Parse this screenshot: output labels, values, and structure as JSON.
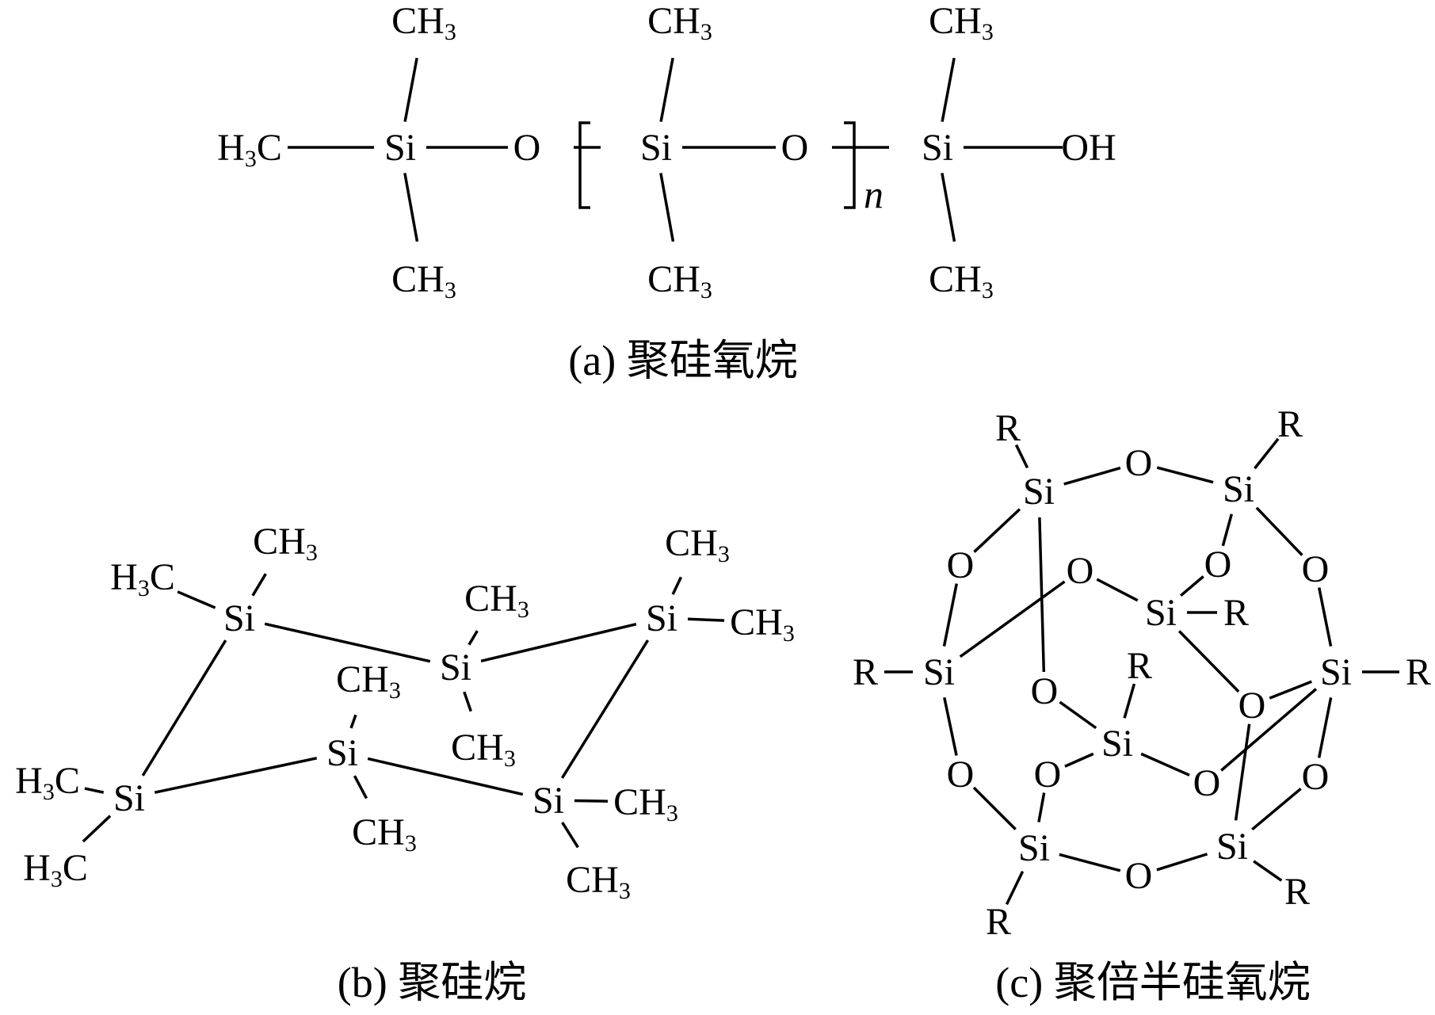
{
  "captions": {
    "a": "(a) 聚硅氧烷",
    "b": "(b) 聚硅烷",
    "c": "(c) 聚倍半硅氧烷"
  },
  "repeat_subscript": "n",
  "structures": {
    "a": {
      "atoms": [
        {
          "id": "a_si1",
          "label": "Si"
        },
        {
          "id": "a_ch3_1",
          "label": "CH",
          "sub": "3"
        },
        {
          "id": "a_ch3_2",
          "label": "CH",
          "sub": "3"
        },
        {
          "id": "a_h3c",
          "label": "H",
          "sub": "3",
          "after": "C"
        },
        {
          "id": "a_o1",
          "label": "O"
        },
        {
          "id": "a_si2",
          "label": "Si"
        },
        {
          "id": "a_ch3_3",
          "label": "CH",
          "sub": "3"
        },
        {
          "id": "a_ch3_4",
          "label": "CH",
          "sub": "3"
        },
        {
          "id": "a_o2",
          "label": "O"
        },
        {
          "id": "a_si3",
          "label": "Si"
        },
        {
          "id": "a_ch3_5",
          "label": "CH",
          "sub": "3"
        },
        {
          "id": "a_ch3_6",
          "label": "CH",
          "sub": "3"
        },
        {
          "id": "a_oh",
          "label": "OH"
        }
      ]
    },
    "b": {
      "atoms": [
        {
          "id": "b_si1",
          "label": "Si"
        },
        {
          "id": "b_si1_ch3",
          "label": "CH",
          "sub": "3"
        },
        {
          "id": "b_si1_h3c",
          "label": "H",
          "sub": "3",
          "after": "C"
        },
        {
          "id": "b_si2",
          "label": "Si"
        },
        {
          "id": "b_si2_ch3a",
          "label": "CH",
          "sub": "3"
        },
        {
          "id": "b_si2_ch3b",
          "label": "CH",
          "sub": "3"
        },
        {
          "id": "b_si3",
          "label": "Si"
        },
        {
          "id": "b_si3_ch3a",
          "label": "CH",
          "sub": "3"
        },
        {
          "id": "b_si3_ch3b",
          "label": "CH",
          "sub": "3"
        },
        {
          "id": "b_si4",
          "label": "Si"
        },
        {
          "id": "b_si4_h3ca",
          "label": "H",
          "sub": "3",
          "after": "C"
        },
        {
          "id": "b_si4_h3cb",
          "label": "H",
          "sub": "3",
          "after": "C"
        },
        {
          "id": "b_si5",
          "label": "Si"
        },
        {
          "id": "b_si5_ch3a",
          "label": "CH",
          "sub": "3"
        },
        {
          "id": "b_si5_ch3b",
          "label": "CH",
          "sub": "3"
        },
        {
          "id": "b_si6",
          "label": "Si"
        },
        {
          "id": "b_si6_ch3a",
          "label": "CH",
          "sub": "3"
        },
        {
          "id": "b_si6_ch3b",
          "label": "CH",
          "sub": "3"
        }
      ]
    },
    "c": {
      "atoms": [
        {
          "id": "c_si1",
          "label": "Si"
        },
        {
          "id": "c_si2",
          "label": "Si"
        },
        {
          "id": "c_si3",
          "label": "Si"
        },
        {
          "id": "c_si4",
          "label": "Si"
        },
        {
          "id": "c_si5",
          "label": "Si"
        },
        {
          "id": "c_si6",
          "label": "Si"
        },
        {
          "id": "c_si7",
          "label": "Si"
        },
        {
          "id": "c_si8",
          "label": "Si"
        },
        {
          "id": "c_o1",
          "label": "O"
        },
        {
          "id": "c_o2",
          "label": "O"
        },
        {
          "id": "c_o3",
          "label": "O"
        },
        {
          "id": "c_o4",
          "label": "O"
        },
        {
          "id": "c_o5",
          "label": "O"
        },
        {
          "id": "c_o6",
          "label": "O"
        },
        {
          "id": "c_o7",
          "label": "O"
        },
        {
          "id": "c_o8",
          "label": "O"
        },
        {
          "id": "c_o9",
          "label": "O"
        },
        {
          "id": "c_o10",
          "label": "O"
        },
        {
          "id": "c_o11",
          "label": "O"
        },
        {
          "id": "c_o12",
          "label": "O"
        },
        {
          "id": "c_r1",
          "label": "R"
        },
        {
          "id": "c_r2",
          "label": "R"
        },
        {
          "id": "c_r3",
          "label": "R"
        },
        {
          "id": "c_r4",
          "label": "R"
        },
        {
          "id": "c_r5",
          "label": "R"
        },
        {
          "id": "c_r6",
          "label": "R"
        },
        {
          "id": "c_r7",
          "label": "R"
        },
        {
          "id": "c_r8",
          "label": "R"
        }
      ]
    }
  }
}
